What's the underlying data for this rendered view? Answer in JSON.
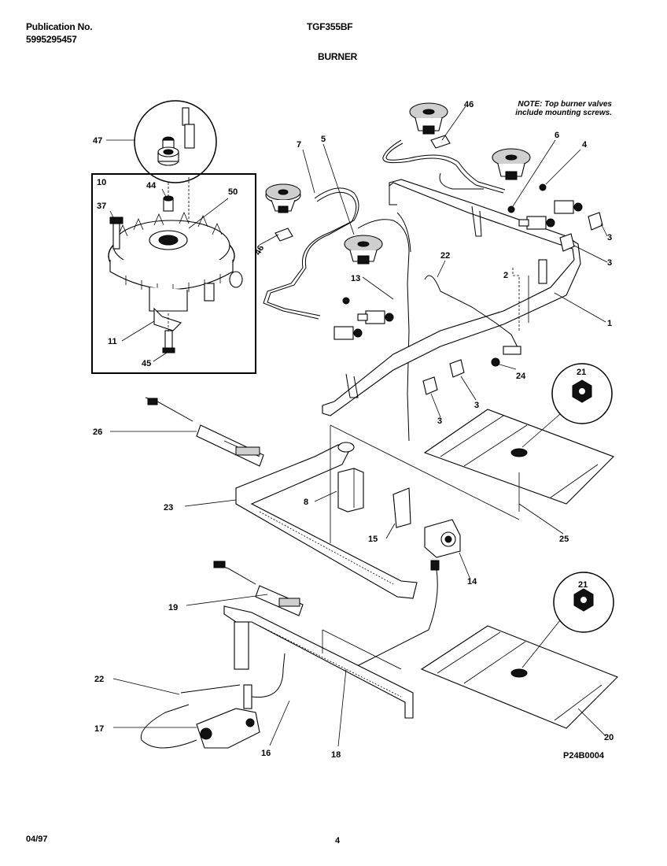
{
  "header": {
    "publication_label": "Publication No.",
    "publication_number": "5995295457",
    "model": "TGF355BF",
    "section_title": "BURNER"
  },
  "note": {
    "line1": "NOTE: Top burner valves",
    "line2": "include mounting screws."
  },
  "diagram_code": "P24B0004",
  "footer": {
    "date": "04/97",
    "page_number": "4"
  },
  "callouts": [
    {
      "id": "c47",
      "label": "47"
    },
    {
      "id": "c10",
      "label": "10"
    },
    {
      "id": "c44",
      "label": "44"
    },
    {
      "id": "c50",
      "label": "50"
    },
    {
      "id": "c37",
      "label": "37"
    },
    {
      "id": "c11",
      "label": "11"
    },
    {
      "id": "c45",
      "label": "45"
    },
    {
      "id": "c7",
      "label": "7"
    },
    {
      "id": "c5",
      "label": "5"
    },
    {
      "id": "c46a",
      "label": "46"
    },
    {
      "id": "c46b",
      "label": "46"
    },
    {
      "id": "c6",
      "label": "6"
    },
    {
      "id": "c4",
      "label": "4"
    },
    {
      "id": "c3a",
      "label": "3"
    },
    {
      "id": "c3b",
      "label": "3"
    },
    {
      "id": "c22a",
      "label": "22"
    },
    {
      "id": "c13",
      "label": "13"
    },
    {
      "id": "c2",
      "label": "2"
    },
    {
      "id": "c1",
      "label": "1"
    },
    {
      "id": "c24",
      "label": "24"
    },
    {
      "id": "c3c",
      "label": "3"
    },
    {
      "id": "c3d",
      "label": "3"
    },
    {
      "id": "c21a",
      "label": "21"
    },
    {
      "id": "c26",
      "label": "26"
    },
    {
      "id": "c8",
      "label": "8"
    },
    {
      "id": "c23",
      "label": "23"
    },
    {
      "id": "c15",
      "label": "15"
    },
    {
      "id": "c25",
      "label": "25"
    },
    {
      "id": "c14",
      "label": "14"
    },
    {
      "id": "c21b",
      "label": "21"
    },
    {
      "id": "c19",
      "label": "19"
    },
    {
      "id": "c22b",
      "label": "22"
    },
    {
      "id": "c17",
      "label": "17"
    },
    {
      "id": "c16",
      "label": "16"
    },
    {
      "id": "c18",
      "label": "18"
    },
    {
      "id": "c20",
      "label": "20"
    }
  ]
}
